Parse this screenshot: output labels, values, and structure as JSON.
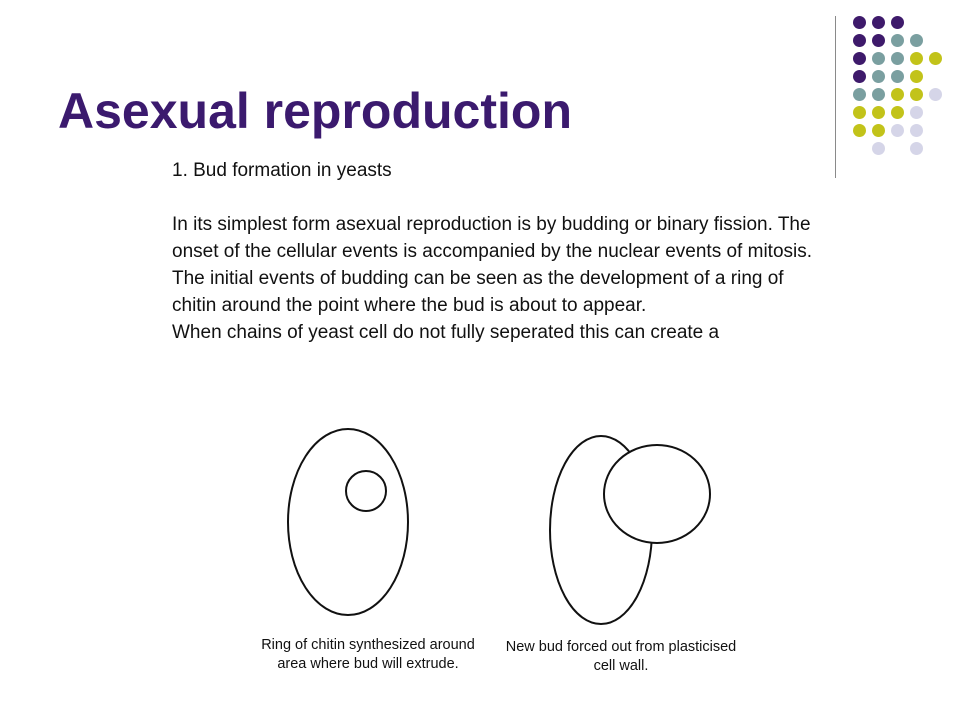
{
  "slide": {
    "title": "Asexual reproduction",
    "heading": "1. Bud formation in yeasts",
    "paragraphs": [
      "In its simplest form asexual reproduction is by budding or binary fission. The onset of the cellular events is accompanied by the nuclear events of mitosis.",
      "The initial events of budding can be seen as the development of a ring of chitin around the point where the bud is about to appear.",
      "When chains of yeast cell do not fully seperated this can create a"
    ]
  },
  "figure": {
    "caption_left": "Ring of chitin synthesized around area where bud will extrude.",
    "caption_right": "New bud forced out from plasticised cell wall."
  },
  "colors": {
    "title": "#3b1a6e",
    "dot_purple": "#3e1a6b",
    "dot_teal": "#7a9fa0",
    "dot_yellow": "#c2c31a",
    "dot_lavender": "#d5d5e8"
  }
}
